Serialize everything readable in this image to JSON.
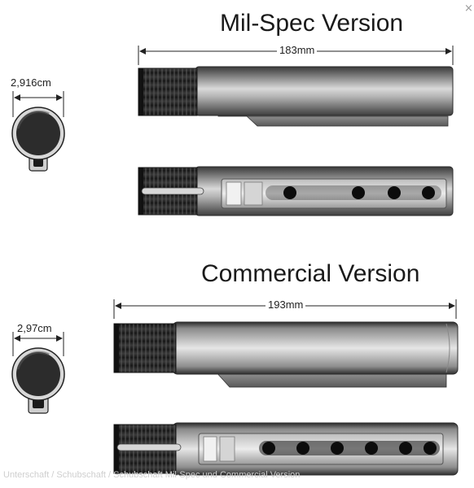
{
  "close_glyph": "×",
  "milspec": {
    "title": "Mil-Spec Version",
    "length": "183mm",
    "diameter": "2,916cm"
  },
  "commercial": {
    "title": "Commercial Version",
    "length": "193mm",
    "diameter": "2,97cm"
  },
  "caption": "Unterschaft / Schubschaft / Schubschaft Mil-Spec und Commercial Version"
}
